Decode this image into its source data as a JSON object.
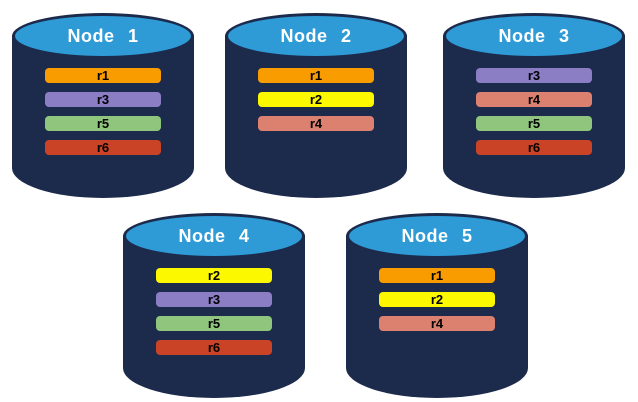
{
  "colors": {
    "cylinder_body": "#1C2A4C",
    "cylinder_top": "#2E9BD6",
    "node_label_text": "#FFFFFF",
    "bar_label_text": "#000000",
    "canvas_background": "#FFFFFF",
    "replicas": {
      "r1": "#F99C00",
      "r2": "#FBF800",
      "r3": "#8B7EC5",
      "r4": "#DC8070",
      "r5": "#90C57E",
      "r6": "#CA4327"
    }
  },
  "nodes": [
    {
      "label": "Node 1",
      "replicas": [
        "r1",
        "r3",
        "r5",
        "r6"
      ]
    },
    {
      "label": "Node 2",
      "replicas": [
        "r1",
        "r2",
        "r4"
      ]
    },
    {
      "label": "Node 3",
      "replicas": [
        "r3",
        "r4",
        "r5",
        "r6"
      ]
    },
    {
      "label": "Node 4",
      "replicas": [
        "r2",
        "r3",
        "r5",
        "r6"
      ]
    },
    {
      "label": "Node 5",
      "replicas": [
        "r1",
        "r2",
        "r4"
      ]
    }
  ]
}
